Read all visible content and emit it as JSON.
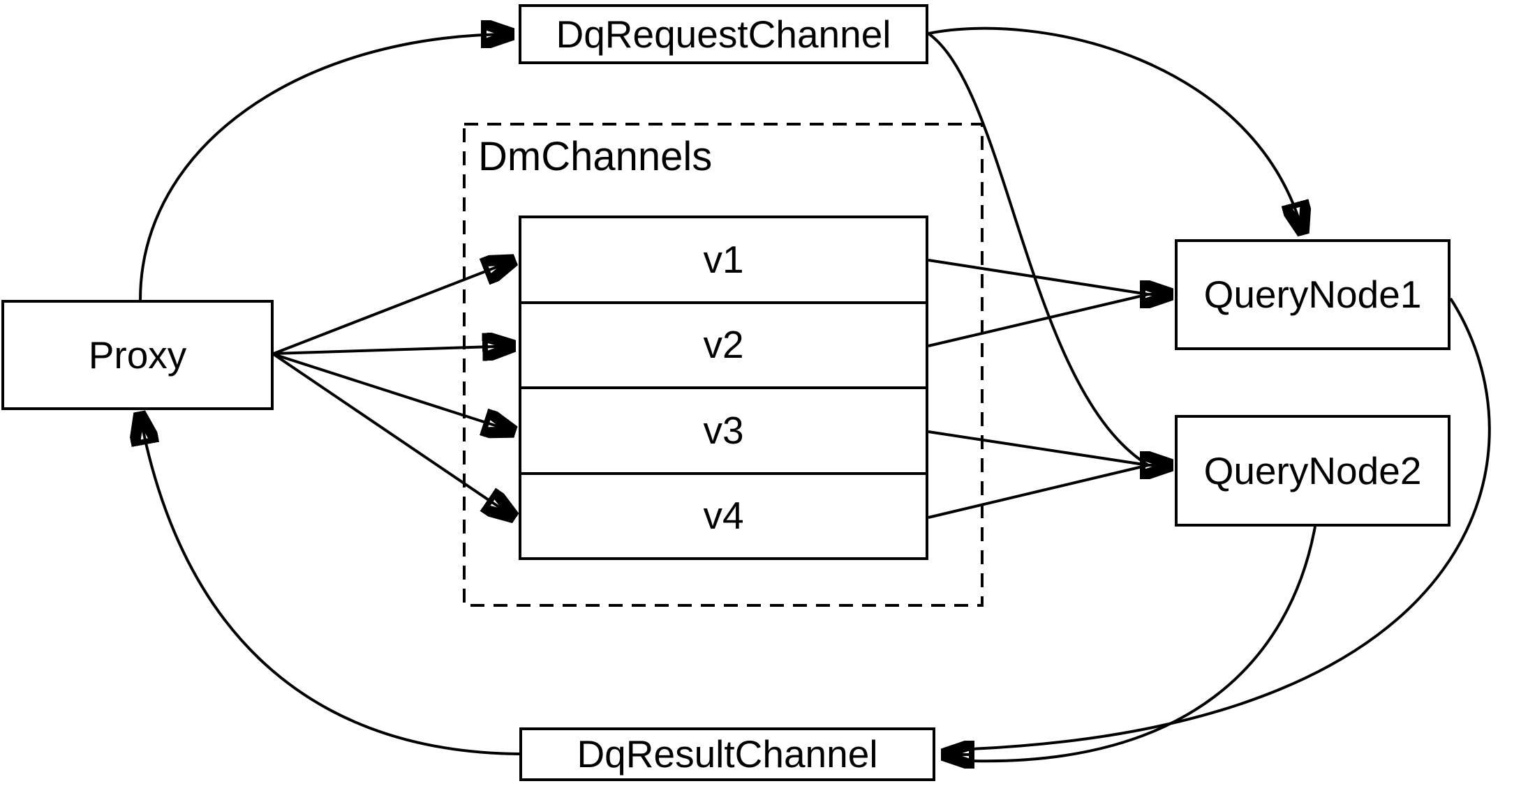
{
  "diagram": {
    "background_color": "#ffffff",
    "stroke_color": "#000000",
    "nodes": {
      "proxy": {
        "label": "Proxy"
      },
      "dq_request_channel": {
        "label": "DqRequestChannel"
      },
      "dm_channels_group": {
        "label": "DmChannels"
      },
      "channel_v1": {
        "label": "v1"
      },
      "channel_v2": {
        "label": "v2"
      },
      "channel_v3": {
        "label": "v3"
      },
      "channel_v4": {
        "label": "v4"
      },
      "query_node1": {
        "label": "QueryNode1"
      },
      "query_node2": {
        "label": "QueryNode2"
      },
      "dq_result_channel": {
        "label": "DqResultChannel"
      }
    },
    "edges": [
      {
        "from": "Proxy",
        "to": "DqRequestChannel"
      },
      {
        "from": "Proxy",
        "to": "v1"
      },
      {
        "from": "Proxy",
        "to": "v2"
      },
      {
        "from": "Proxy",
        "to": "v3"
      },
      {
        "from": "Proxy",
        "to": "v4"
      },
      {
        "from": "v1",
        "to": "QueryNode1"
      },
      {
        "from": "v2",
        "to": "QueryNode1"
      },
      {
        "from": "v3",
        "to": "QueryNode2"
      },
      {
        "from": "v4",
        "to": "QueryNode2"
      },
      {
        "from": "DqRequestChannel",
        "to": "QueryNode1"
      },
      {
        "from": "DqRequestChannel",
        "to": "QueryNode2"
      },
      {
        "from": "QueryNode1",
        "to": "DqResultChannel"
      },
      {
        "from": "QueryNode2",
        "to": "DqResultChannel"
      },
      {
        "from": "DqResultChannel",
        "to": "Proxy"
      }
    ]
  }
}
